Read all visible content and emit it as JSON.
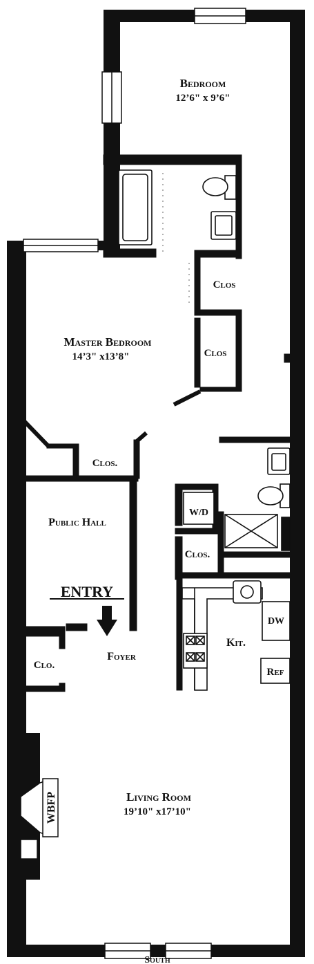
{
  "rooms": {
    "bedroom": {
      "name": "Bedroom",
      "dimensions": "12’6\" x 9’6\""
    },
    "master_bedroom": {
      "name": "Master Bedroom",
      "dimensions": "14’3\" x13’8\""
    },
    "living_room": {
      "name": "Living Room",
      "dimensions": "19’10\" x17’10\""
    },
    "public_hall": {
      "name": "Public Hall"
    },
    "foyer": {
      "name": "Foyer"
    },
    "kitchen": {
      "name": "Kit."
    }
  },
  "closets": {
    "clos_upper": "Clos",
    "clos_lower": "Clos",
    "clos_master": "Clos.",
    "clos_bath": "Clos.",
    "clo_foyer": "Clo."
  },
  "fixtures": {
    "washer_dryer": "W/D",
    "dishwasher": "DW",
    "refrigerator": "Ref",
    "fireplace": "WBFP"
  },
  "entry_label": "ENTRY",
  "orientation_label": "South",
  "colors": {
    "wall": "#111111",
    "background": "#ffffff"
  }
}
